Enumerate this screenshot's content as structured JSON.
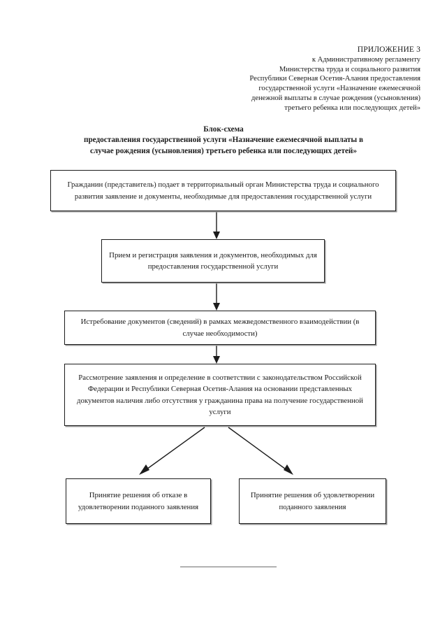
{
  "document": {
    "header": {
      "appendix_label": "ПРИЛОЖЕНИЕ 3",
      "lines": [
        "к Административному регламенту",
        "Министерства труда и социального развития",
        "Республики Северная Осетия-Алания предоставления",
        "государственной услуги «Назначение ежемесячной",
        "денежной выплаты в случае рождения (усыновления)",
        "третьего ребенка или последующих детей»"
      ]
    },
    "title": {
      "main": "Блок-схема",
      "sub_line_1": "предоставления государственной услуги «Назначение ежемесячной выплаты в",
      "sub_line_2": "случае рождения (усыновления) третьего ребенка или последующих детей»"
    },
    "flowchart": {
      "nodes": [
        {
          "id": "node-1",
          "text": "Гражданин (представитель) подает в территориальный орган Министерства труда и социального развития заявление и документы, необходимые для предоставления государственной услуги"
        },
        {
          "id": "node-2",
          "text": "Прием и регистрация заявления и документов, необходимых для предоставления государственной услуги"
        },
        {
          "id": "node-3",
          "text": "Истребование документов (сведений) в рамках межведомственного взаимодействии (в случае необходимости)"
        },
        {
          "id": "node-4",
          "text": "Рассмотрение заявления и определение в соответствии с законодательством Российской Федерации и Республики Северная Осетия-Алания на основании представленных документов наличия либо отсутствия у гражданина права на получение государственной услуги"
        },
        {
          "id": "node-5",
          "text": "Принятие решения об отказе в удовлетворении поданного заявления"
        },
        {
          "id": "node-6",
          "text": "Принятие решения об удовлетворении поданного заявления"
        }
      ],
      "connectors": [
        {
          "from": "node-1",
          "to": "node-2",
          "kind": "vertical-arrow"
        },
        {
          "from": "node-2",
          "to": "node-3",
          "kind": "vertical-arrow"
        },
        {
          "from": "node-3",
          "to": "node-4",
          "kind": "vertical-arrow"
        },
        {
          "from": "node-4",
          "to": "node-5",
          "kind": "diagonal-arrow-left"
        },
        {
          "from": "node-4",
          "to": "node-6",
          "kind": "diagonal-arrow-right"
        }
      ]
    },
    "footer": {
      "rule": "horizontal-rule"
    }
  }
}
